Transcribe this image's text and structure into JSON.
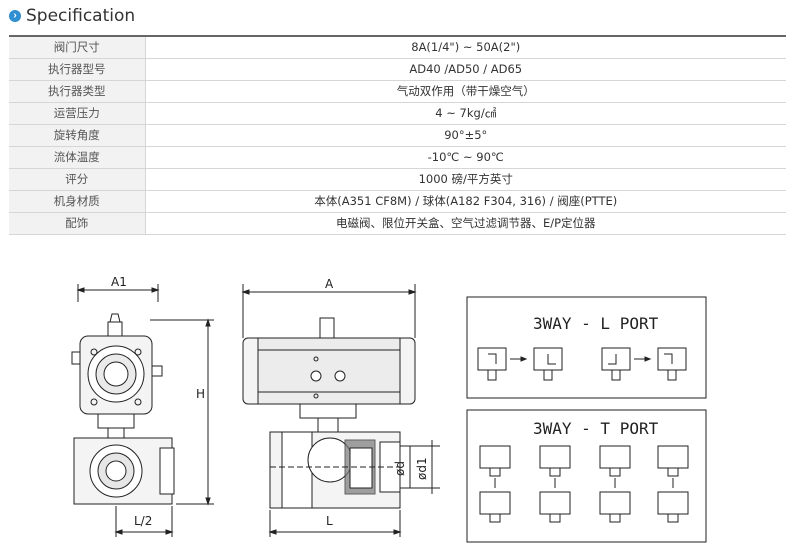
{
  "header": {
    "title": "Specification",
    "bullet_icon": "chevron-right-icon"
  },
  "spec_rows": [
    {
      "key": "阀门尺寸",
      "value": "8A(1/4\") ~ 50A(2\")"
    },
    {
      "key": "执行器型号",
      "value": "AD40 /AD50 / AD65"
    },
    {
      "key": "执行器类型",
      "value": "气动双作用（带干燥空气）"
    },
    {
      "key": "运营压力",
      "value": "4 ~ 7kg/㎠"
    },
    {
      "key": "旋转角度",
      "value": "90°±5°"
    },
    {
      "key": "流体温度",
      "value": "-10℃ ~ 90℃"
    },
    {
      "key": "评分",
      "value": "1000 磅/平方英寸"
    },
    {
      "key": "机身材质",
      "value": "本体(A351 CF8M) / 球体(A182 F304, 316) / 阀座(PTTE)"
    },
    {
      "key": "配饰",
      "value": "电磁阀、限位开关盒、空气过滤调节器、E/P定位器"
    }
  ],
  "drawing": {
    "dims": {
      "a1": "A1",
      "h": "H",
      "l2": "L/2",
      "a": "A",
      "l": "L",
      "d": "ød",
      "d1": "ød1"
    },
    "l_port_title": "3WAY - L PORT",
    "t_port_title": "3WAY - T PORT"
  },
  "colors": {
    "accent": "#2f8fd0",
    "table_rule": "#666666",
    "key_bg": "#f2f2f2"
  }
}
